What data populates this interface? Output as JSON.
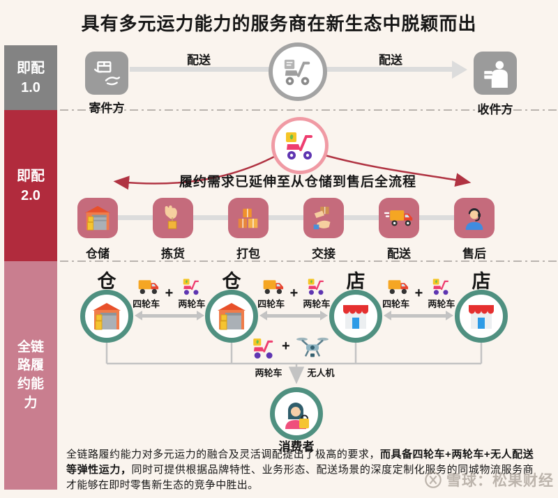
{
  "title": "具有多元运力能力的服务商在新生态中脱颖而出",
  "colors": {
    "background": "#faf4ee",
    "sidebar_gray": "#838383",
    "sidebar_crimson": "#b12b3d",
    "sidebar_pink": "#c97e8f",
    "tile_gray": "#9b9b9b",
    "tile_rose": "#c56b7c",
    "node_teal": "#4f9080",
    "flow_arrow_gray": "#dcdcdc",
    "curve_arrow_red": "#b03342"
  },
  "sidebar": {
    "sections": [
      {
        "label": "即配\n1.0"
      },
      {
        "label": "即配\n2.0"
      },
      {
        "label": "全链\n路履\n约能\n力"
      }
    ]
  },
  "flow10": {
    "sender": "寄件方",
    "delivery1": "配送",
    "delivery2": "配送",
    "receiver": "收件方"
  },
  "flow20": {
    "headline": "履约需求已延伸至从仓储到售后全流程",
    "steps": [
      {
        "label": "仓储"
      },
      {
        "label": "拣货"
      },
      {
        "label": "打包"
      },
      {
        "label": "交接"
      },
      {
        "label": "配送"
      },
      {
        "label": "售后"
      }
    ]
  },
  "fullchain": {
    "nodes": [
      {
        "label": "仓"
      },
      {
        "label": "仓"
      },
      {
        "label": "店"
      },
      {
        "label": "店"
      }
    ],
    "links": [
      {
        "truck": "四轮车",
        "plus": "+",
        "scooter": "两轮车"
      },
      {
        "truck": "四轮车",
        "plus": "+",
        "scooter": "两轮车"
      },
      {
        "truck": "四轮车",
        "plus": "+",
        "scooter": "两轮车"
      }
    ],
    "lastmile": {
      "scooter": "两轮车",
      "plus": "+",
      "drone": "无人机"
    },
    "consumer": "消费者"
  },
  "footer": {
    "text_before": "全链路履约能力对多元运力的融合及灵活调配提出了极高的要求，",
    "text_bold": "而具备四轮车+两轮车+无人配送等弹性运力，",
    "text_after": "同时可提供根据品牌特性、业务形态、配送场景的深度定制化服务的同城物流服务商才能够在即时零售新生态的竞争中胜出。"
  },
  "watermark": {
    "text": "雪球：松果财经"
  }
}
